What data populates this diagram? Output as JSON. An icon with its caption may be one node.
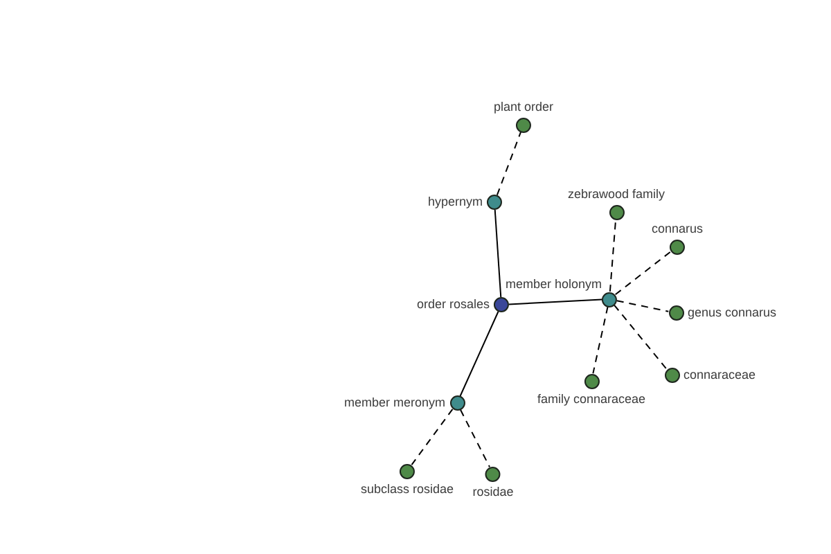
{
  "diagram": {
    "nodes": [
      {
        "text": [
          "plant order"
        ]
      },
      {
        "text": [
          "hypernym"
        ]
      },
      {
        "text": [
          "zebrawood family"
        ]
      },
      {
        "text": [
          "connarus"
        ]
      },
      {
        "text": [
          "order rosales"
        ]
      },
      {
        "text": [
          "member holonym"
        ]
      },
      {
        "text": [
          "genus connarus"
        ]
      },
      {
        "text": [
          "family connaraceae"
        ]
      },
      {
        "text": [
          "connaraceae"
        ]
      },
      {
        "text": [
          "member meronym"
        ]
      },
      {
        "text": [
          "subclass rosidae"
        ]
      },
      {
        "text": [
          "rosidae"
        ]
      }
    ],
    "edges": [
      {
        "from": 4,
        "to": 1,
        "arrow": "none"
      },
      {
        "from": 4,
        "to": 5,
        "arrow": "none"
      },
      {
        "from": 4,
        "to": 9,
        "arrow": "none"
      },
      {
        "from": 1,
        "to": 0,
        "arrow": "none",
        "style": "dashed"
      },
      {
        "from": 5,
        "to": 2,
        "arrow": "none",
        "style": "dashed"
      },
      {
        "from": 5,
        "to": 3,
        "arrow": "none",
        "style": "dashed"
      },
      {
        "from": 5,
        "to": 6,
        "arrow": "none",
        "style": "dashed"
      },
      {
        "from": 5,
        "to": 7,
        "arrow": "none",
        "style": "dashed"
      },
      {
        "from": 5,
        "to": 8,
        "arrow": "none",
        "style": "dashed"
      },
      {
        "from": 9,
        "to": 10,
        "arrow": "none",
        "style": "dashed"
      },
      {
        "from": 9,
        "to": 11,
        "arrow": "none",
        "style": "dashed"
      }
    ]
  }
}
